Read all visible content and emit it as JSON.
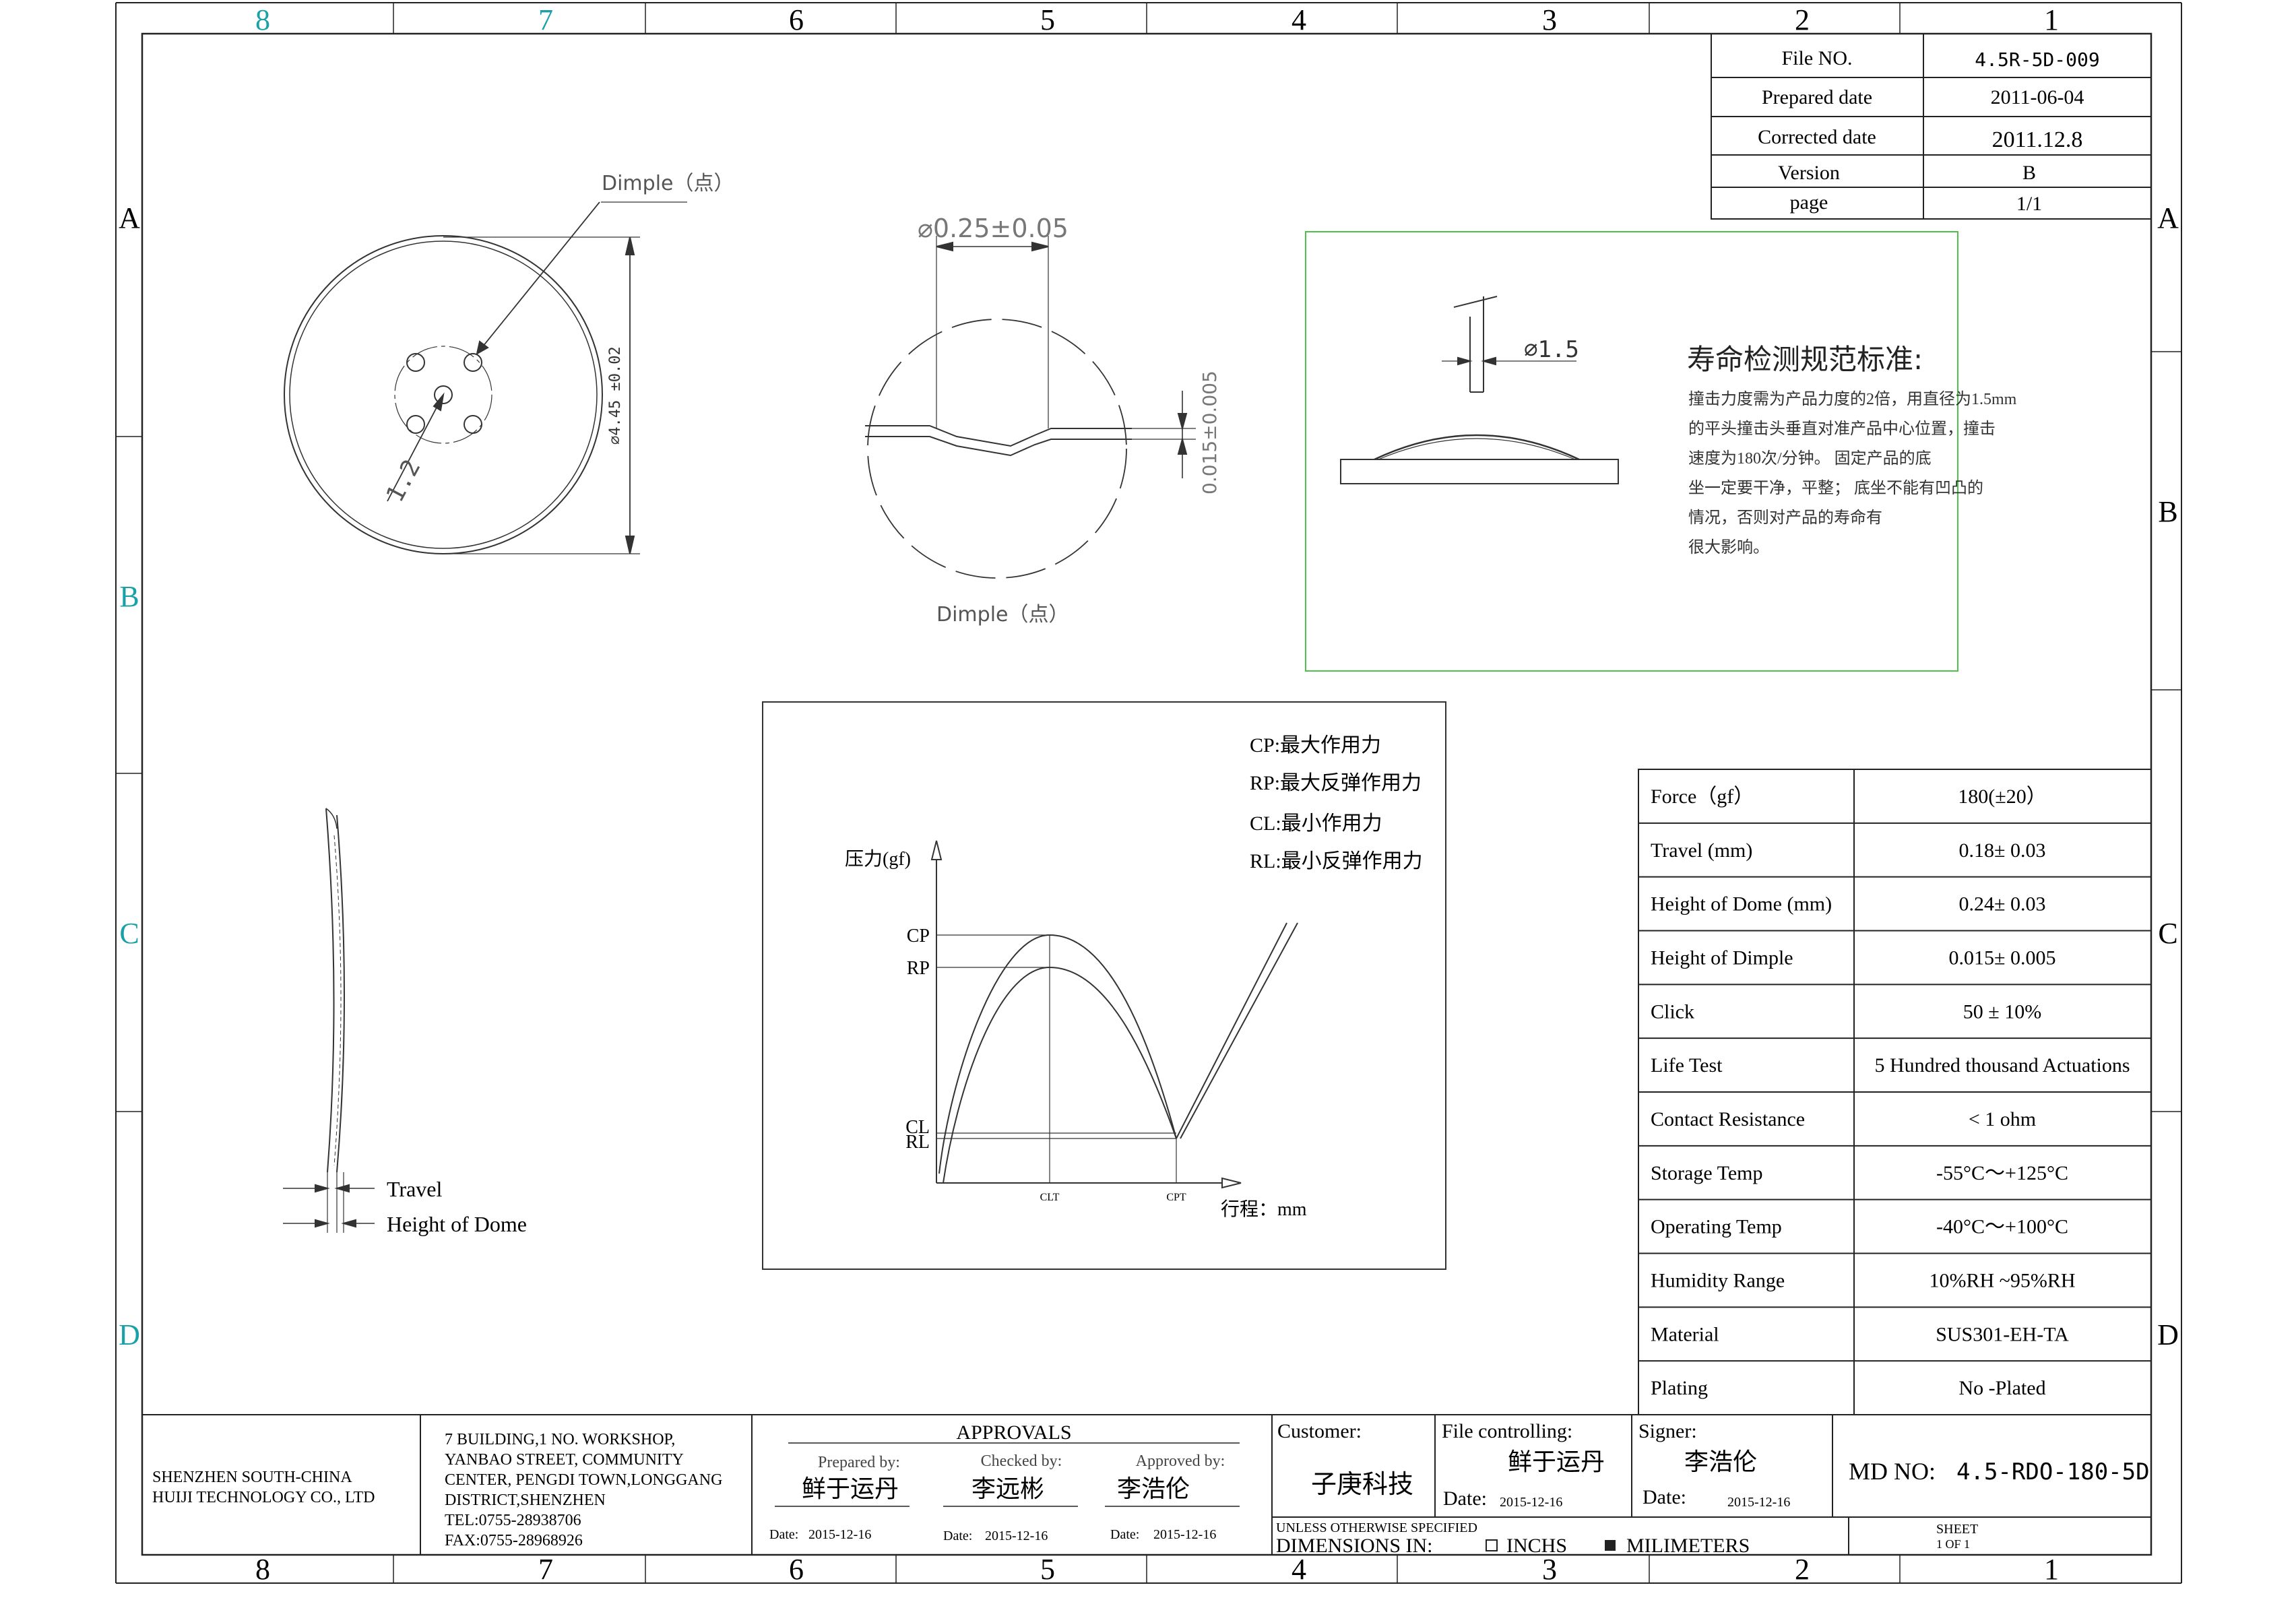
{
  "frame": {
    "top_numbers": [
      "8",
      "7",
      "6",
      "5",
      "4",
      "3",
      "2",
      "1"
    ],
    "bottom_numbers": [
      "8",
      "7",
      "6",
      "5",
      "4",
      "3",
      "2",
      "1"
    ],
    "left_letters": [
      "A",
      "B",
      "C",
      "D"
    ],
    "right_letters": [
      "A",
      "B",
      "C",
      "D"
    ]
  },
  "file_info": [
    {
      "label": "File NO.",
      "value": "4.5R-5D-009"
    },
    {
      "label": "Prepared date",
      "value": "2011-06-04"
    },
    {
      "label": "Corrected date",
      "value": "2011.12.8"
    },
    {
      "label": "Version",
      "value": "B"
    },
    {
      "label": "page",
      "value": "1/1"
    }
  ],
  "top_view": {
    "dimple_label": "Dimple（点）",
    "diameter_dim": "⌀4.45 ±0.02",
    "radius_dim": "1.2"
  },
  "detail_view": {
    "width_dim": "⌀0.25±0.05",
    "height_dim": "0.015±0.005",
    "caption": "Dimple（点）"
  },
  "life_test": {
    "probe_dim": "⌀1.5",
    "title": "寿命检测规范标准:",
    "lines": [
      "撞击力度需为产品力度的2倍，用直径为1.5mm",
      "的平头撞击头垂直对准产品中心位置，撞击",
      "速度为180次/分钟。 固定产品的底",
      "坐一定要干净，平整； 底坐不能有凹凸的",
      "情况，否则对产品的寿命有",
      "很大影响。"
    ]
  },
  "side_view": {
    "travel_label": "Travel",
    "height_label": "Height of Dome"
  },
  "force_curve": {
    "legend": [
      "CP:最大作用力",
      "RP:最大反弹作用力",
      "CL:最小作用力",
      "RL:最小反弹作用力"
    ],
    "y_axis_label": "压力(gf)",
    "x_axis_label": "行程：mm",
    "y_ticks": [
      "CP",
      "RP",
      "CL",
      "RL"
    ],
    "x_ticks": [
      "CLT",
      "CPT"
    ]
  },
  "specs": [
    {
      "label": "Force（gf）",
      "value": "180(±20）"
    },
    {
      "label": "Travel  (mm)",
      "value": "0.18± 0.03"
    },
    {
      "label": "Height of Dome (mm)",
      "value": "0.24± 0.03"
    },
    {
      "label": "Height of Dimple",
      "value": "0.015± 0.005"
    },
    {
      "label": "Click",
      "value": "50 ± 10%"
    },
    {
      "label": "Life Test",
      "value": "5 Hundred thousand  Actuations"
    },
    {
      "label": "Contact Resistance",
      "value": "< 1 ohm"
    },
    {
      "label": "Storage Temp",
      "value": "-55°C～+125°C"
    },
    {
      "label": "Operating  Temp",
      "value": "-40°C～+100°C"
    },
    {
      "label": "Humidity  Range",
      "value": "10%RH ~95%RH"
    },
    {
      "label": "Material",
      "value": "SUS301-EH-TA"
    },
    {
      "label": "Plating",
      "value": "No -Plated"
    }
  ],
  "title_block": {
    "company": [
      "SHENZHEN  SOUTH-CHINA",
      "HUIJI    TECHNOLOGY CO., LTD"
    ],
    "address": [
      "7 BUILDING,1 NO. WORKSHOP,",
      "YANBAO STREET, COMMUNITY",
      "CENTER, PENGDI TOWN,LONGGANG",
      "DISTRICT,SHENZHEN",
      "TEL:0755-28938706",
      "FAX:0755-28968926"
    ],
    "approvals_title": "APPROVALS",
    "prepared_by": "Prepared by:",
    "checked_by": "Checked by:",
    "approved_by": "Approved by:",
    "prepared_name": "鲜于运丹",
    "checked_name": "李远彬",
    "approved_name": "李浩伦",
    "date_label": "Date:",
    "date1": "2015-12-16",
    "date2": "2015-12-16",
    "date3": "2015-12-16",
    "customer_label": "Customer:",
    "customer_name": "子庚科技",
    "file_controlling_label": "File controlling:",
    "file_controlling_name": "鲜于运丹",
    "fc_date": "2015-12-16",
    "signer_label": "Signer:",
    "signer_name": "李浩伦",
    "signer_date": "2015-12-16",
    "md_no_label": "MD NO:",
    "md_no_value": "4.5-RDO-180-5D",
    "unless": "UNLESS OTHERWISE SPECIFIED",
    "dimensions_in": "DIMENSIONS IN:",
    "inches": "INCHS",
    "millimeters": "MILIMETERS",
    "sheet_label": "SHEET",
    "sheet_value": "1  OF 1"
  }
}
